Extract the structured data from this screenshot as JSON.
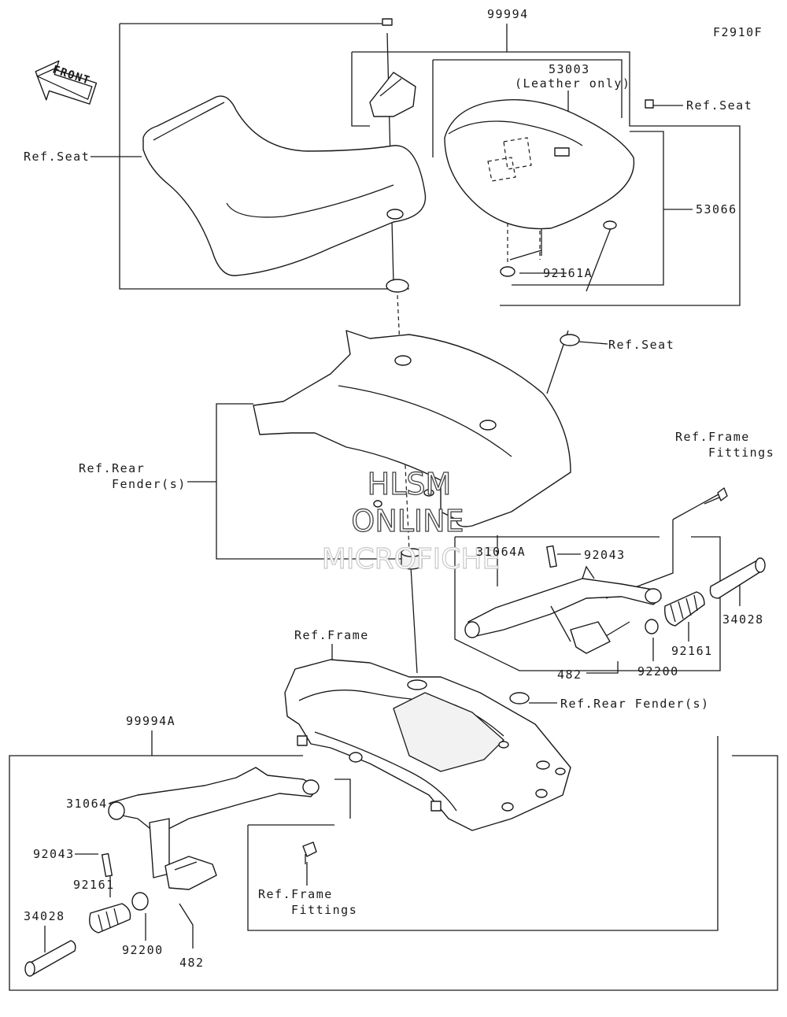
{
  "figure_id": "F2910F",
  "front_arrow": {
    "text": "FRONT",
    "icon": "front-arrow-icon"
  },
  "watermark": [
    "HLSM",
    "ONLINE",
    "MICROFICHE"
  ],
  "labels": {
    "p99994": "99994",
    "p53003": "53003",
    "p53003_note": "(Leather only)",
    "ref_seat_right": "Ref.Seat",
    "p53066": "53066",
    "p92161a": "92161A",
    "ref_seat_left": "Ref.Seat",
    "ref_seat_mid": "Ref.Seat",
    "ref_frame_fittings_top_1": "Ref.Frame",
    "ref_frame_fittings_top_2": "Fittings",
    "ref_rear_fender_1": "Ref.Rear",
    "ref_rear_fender_2": "Fender(s)",
    "p31064a": "31064A",
    "p92043_right": "92043",
    "p34028_right": "34028",
    "p92161_right": "92161",
    "p92200_right": "92200",
    "p482_right": "482",
    "ref_frame": "Ref.Frame",
    "ref_rear_fender_right": "Ref.Rear Fender(s)",
    "p99994a": "99994A",
    "p31064": "31064",
    "p92043_left": "92043",
    "p92161_left": "92161",
    "p34028_left": "34028",
    "p92200_left": "92200",
    "p482_left": "482",
    "ref_frame_fittings_bot_1": "Ref.Frame",
    "ref_frame_fittings_bot_2": "Fittings"
  }
}
